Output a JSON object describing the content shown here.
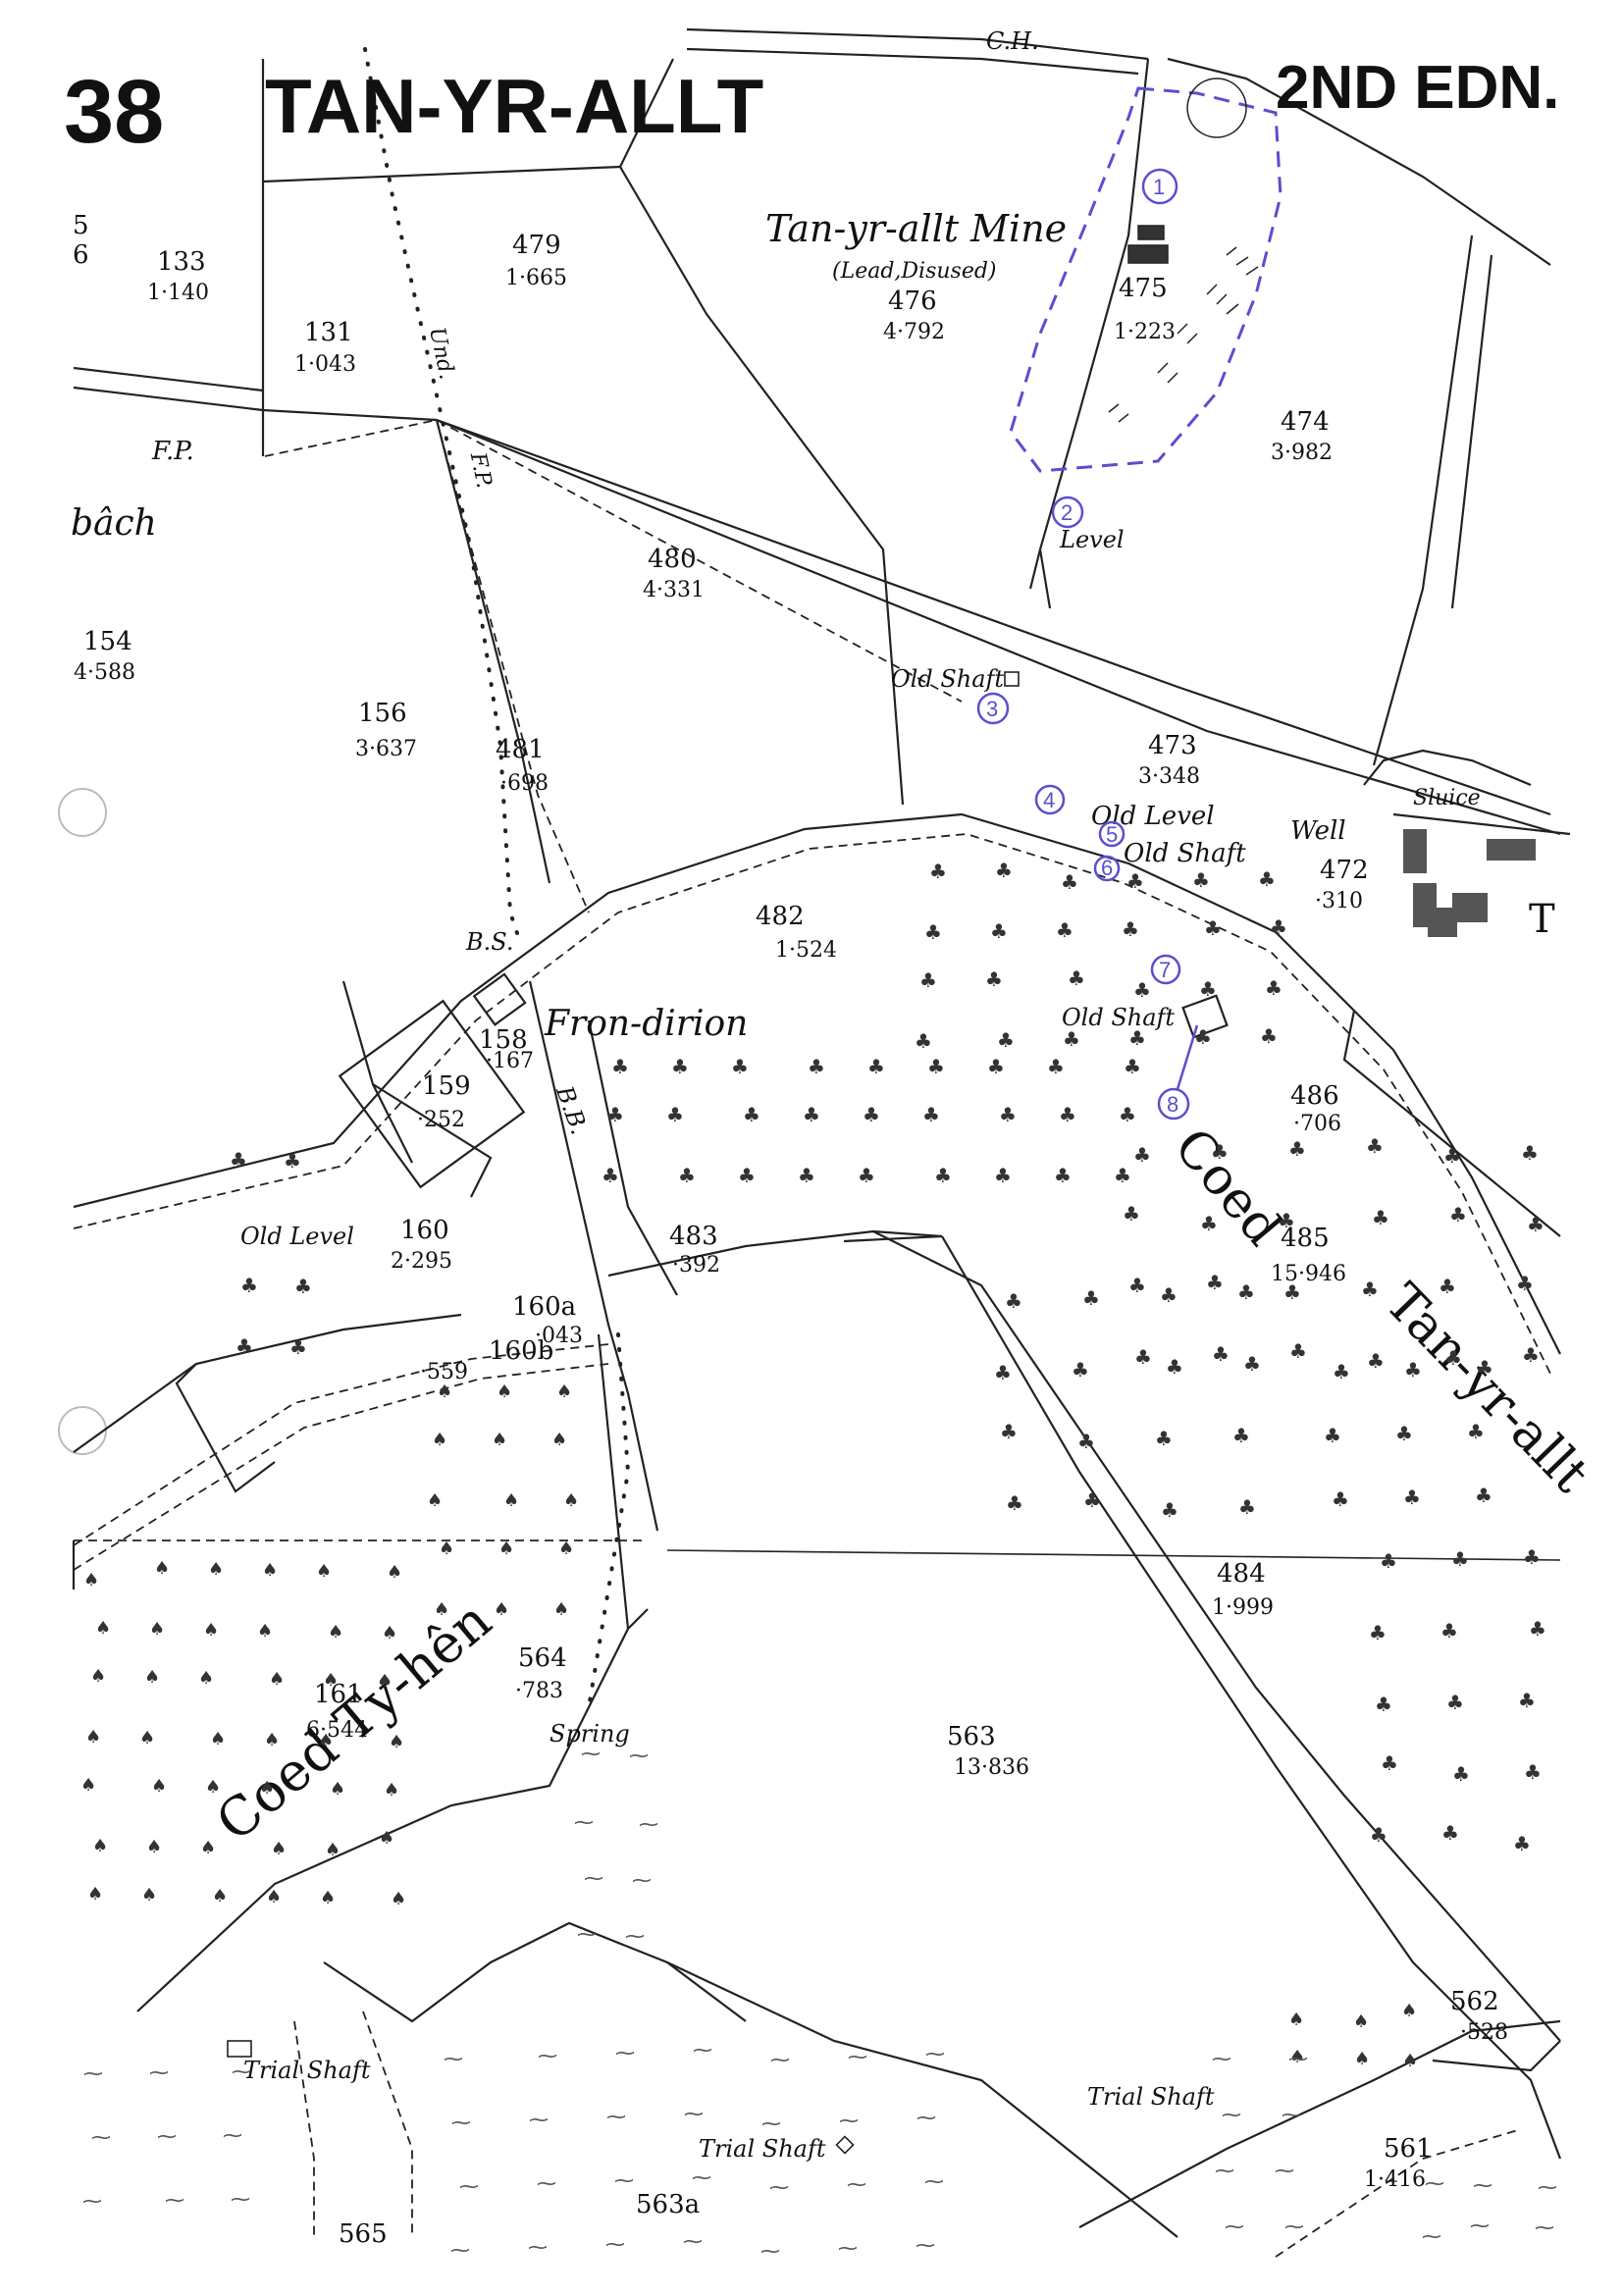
{
  "sheet": {
    "number": "38",
    "title": "TAN-YR-ALLT",
    "edition": "2ND EDN."
  },
  "parcels": [
    {
      "id": "479",
      "area": "1·665"
    },
    {
      "id": "133",
      "area": "1·140"
    },
    {
      "id": "131",
      "area": "1·043"
    },
    {
      "id": "476",
      "area": "4·792"
    },
    {
      "id": "475",
      "area": "1·223"
    },
    {
      "id": "474",
      "area": "3·982"
    },
    {
      "id": "480",
      "area": "4·331"
    },
    {
      "id": "154",
      "area": "4·588"
    },
    {
      "id": "156",
      "area": "3·637"
    },
    {
      "id": "481",
      "area": "·698"
    },
    {
      "id": "473",
      "area": "3·348"
    },
    {
      "id": "472",
      "area": "·310"
    },
    {
      "id": "482",
      "area": "1·524"
    },
    {
      "id": "158",
      "area": "·167"
    },
    {
      "id": "159",
      "area": "·252"
    },
    {
      "id": "486",
      "area": "·706"
    },
    {
      "id": "160",
      "area": "2·295"
    },
    {
      "id": "483",
      "area": "·392"
    },
    {
      "id": "485",
      "area": "15·946"
    },
    {
      "id": "160a",
      "area": "·043"
    },
    {
      "id": "160b",
      "area": "·559"
    },
    {
      "id": "484",
      "area": "1·999"
    },
    {
      "id": "564",
      "area": "·783"
    },
    {
      "id": "161",
      "area": "6·544"
    },
    {
      "id": "563",
      "area": "13·836"
    },
    {
      "id": "562",
      "area": "·528"
    },
    {
      "id": "561",
      "area": "1·416"
    },
    {
      "id": "563a",
      "area": ""
    },
    {
      "id": "565",
      "area": ""
    }
  ],
  "labels": {
    "mine_name": "Tan-yr-allt Mine",
    "mine_note": "(Lead,Disused)",
    "ch": "C.H.",
    "und": "Und.",
    "fp1": "F.P.",
    "fp2": "F.P.",
    "bach": "bâch",
    "level1": "Level",
    "old_shaft1": "Old Shaft",
    "old_level1": "Old Level",
    "old_shaft2": "Old Shaft",
    "well": "Well",
    "sluice": "Sluice",
    "t_edge": "T",
    "bs": "B.S.",
    "bb": "B.B.",
    "fron_dirion": "Fron-dirion",
    "old_shaft3": "Old Shaft",
    "old_level2": "Old Level",
    "coed": "Coed",
    "tan_yr_allt": "Tan-yr-allt",
    "coed_ty_hen": "Coed Ty-hên",
    "spring": "Spring",
    "trial_shaft1": "Trial Shaft",
    "trial_shaft2": "Trial Shaft",
    "trial_shaft3": "Trial Shaft",
    "num_5": "5",
    "num_6": "6"
  },
  "annotations": [
    "1",
    "2",
    "3",
    "4",
    "5",
    "6",
    "7",
    "8"
  ],
  "colors": {
    "ink": "#111111",
    "annotation": "#5a4fcf",
    "paper": "#ffffff"
  }
}
